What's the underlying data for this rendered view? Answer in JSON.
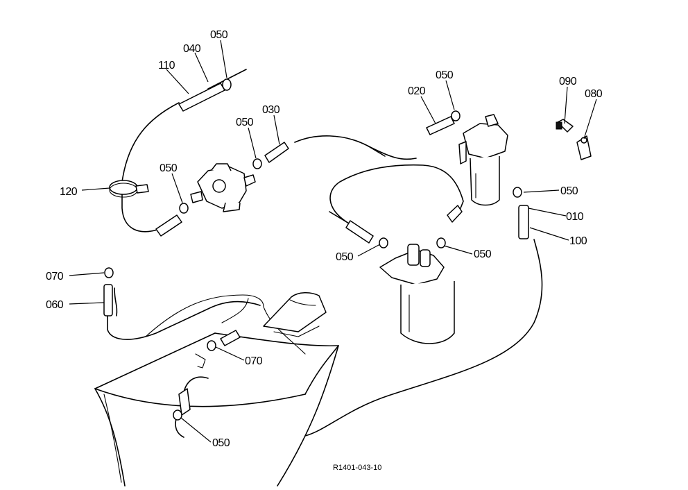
{
  "diagram": {
    "reference_code": "R1401-043-10",
    "labels": {
      "p110": "110",
      "p040": "040",
      "p050_top": "050",
      "p050_pump_in": "050",
      "p050_pump_out": "050",
      "p030": "030",
      "p020": "020",
      "p050_filter_top": "050",
      "p090": "090",
      "p080": "080",
      "p050_right": "050",
      "p010": "010",
      "p100": "100",
      "p120": "120",
      "p070_left": "070",
      "p060": "060",
      "p050_sep_left": "050",
      "p050_sep_right": "050",
      "p070_tank": "070",
      "p050_bottom": "050"
    }
  }
}
